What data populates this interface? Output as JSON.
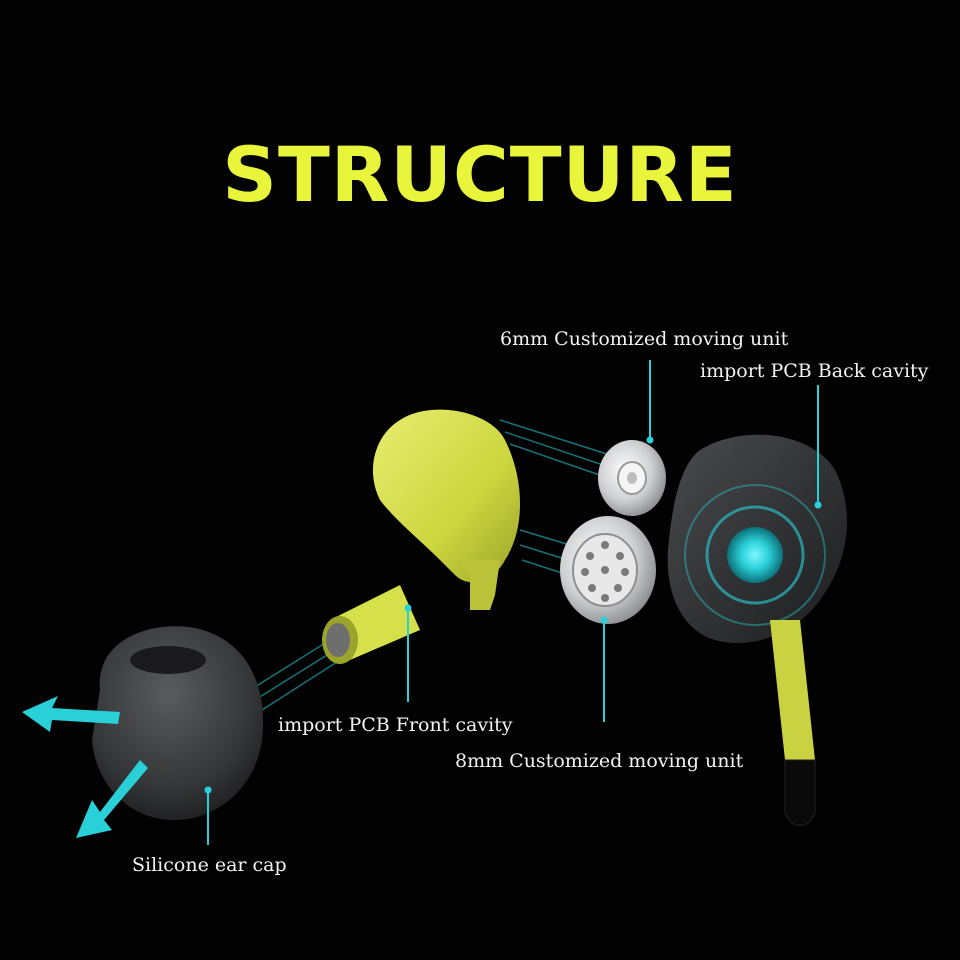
{
  "title": "STRUCTURE",
  "labels": {
    "unit_6mm": "6mm Customized moving unit",
    "back_cavity": "import PCB Back cavity",
    "front_cavity": "import PCB Front cavity",
    "unit_8mm": "8mm Customized moving unit",
    "ear_cap": "Silicone ear cap"
  },
  "colors": {
    "title": "#e9f53a",
    "shell": "#d6e04a",
    "accent": "#2ad0d8",
    "cap": "#3a3b3d",
    "metal": "#d9dadb"
  }
}
